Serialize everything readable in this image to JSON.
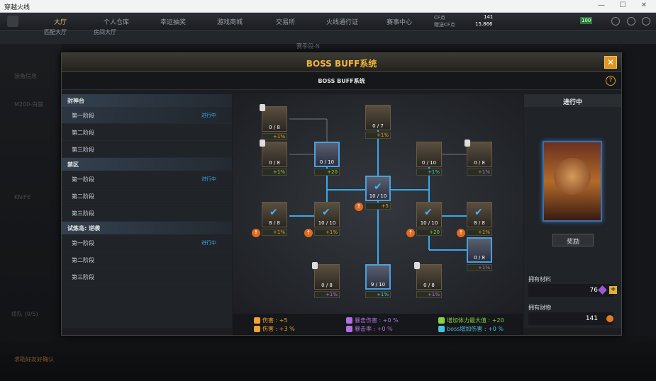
{
  "window": {
    "title": "穿越火线",
    "controls": [
      "—",
      "☐",
      "✕"
    ]
  },
  "topnav": {
    "tabs": [
      "大厅",
      "个人仓库",
      "幸运抽奖",
      "游戏商城",
      "交易所",
      "火线通行证",
      "赛事中心"
    ],
    "sub_tabs": [
      "匹配大厅",
      "房间大厅"
    ],
    "cf_label": "CF点",
    "cf_value": "141",
    "bonus_label": "赠送CF点",
    "bonus_value": "15,866",
    "rank": "100"
  },
  "background": {
    "left_labels": [
      "装备信息",
      "M200-白狼",
      "KNIFE",
      "组队 (0/5)",
      "求助好友好确认"
    ],
    "server": "赛季段-N"
  },
  "modal": {
    "title": "BOSS BUFF系统",
    "subtitle": "BOSS BUFF系统",
    "help": "?",
    "close": "✕",
    "sections": [
      {
        "name": "封神台",
        "items": [
          {
            "label": "第一阶段",
            "state": "进行中"
          },
          {
            "label": "第二阶段",
            "state": ""
          },
          {
            "label": "第三阶段",
            "state": ""
          }
        ]
      },
      {
        "name": "禁区",
        "items": [
          {
            "label": "第一阶段",
            "state": "进行中"
          },
          {
            "label": "第二阶段",
            "state": ""
          },
          {
            "label": "第三阶段",
            "state": ""
          }
        ]
      },
      {
        "name": "试炼岛: 逆袭",
        "items": [
          {
            "label": "第一阶段",
            "state": "进行中"
          },
          {
            "label": "第二阶段",
            "state": ""
          },
          {
            "label": "第三阶段",
            "state": ""
          }
        ]
      }
    ],
    "nodes": [
      {
        "progress": "0 / 8",
        "bonus": "+1%",
        "bonus_type": "o",
        "locked": true,
        "active": false,
        "done": false
      },
      {
        "progress": "0 / 8",
        "bonus": "+1%",
        "bonus_type": "g",
        "locked": true,
        "active": false,
        "done": false
      },
      {
        "progress": "0 / 7",
        "bonus": "+1%",
        "bonus_type": "o",
        "locked": false,
        "active": false,
        "done": false
      },
      {
        "progress": "0 / 10",
        "bonus": "+20",
        "bonus_type": "g",
        "locked": false,
        "active": true,
        "done": false
      },
      {
        "progress": "0 / 10",
        "bonus": "+1%",
        "bonus_type": "c",
        "locked": false,
        "active": false,
        "done": false
      },
      {
        "progress": "0 / 8",
        "bonus": "+1%",
        "bonus_type": "p",
        "locked": true,
        "active": false,
        "done": false
      },
      {
        "progress": "10 / 10",
        "bonus": "+5",
        "bonus_type": "o",
        "locked": false,
        "active": false,
        "done": true
      },
      {
        "progress": "8 / 8",
        "bonus": "+1%",
        "bonus_type": "o",
        "locked": false,
        "active": false,
        "done": true
      },
      {
        "progress": "10 / 10",
        "bonus": "+1%",
        "bonus_type": "o",
        "locked": false,
        "active": false,
        "done": true
      },
      {
        "progress": "10 / 10",
        "bonus": "+20",
        "bonus_type": "g",
        "locked": false,
        "active": false,
        "done": true
      },
      {
        "progress": "8 / 8",
        "bonus": "+1%",
        "bonus_type": "o",
        "locked": false,
        "active": false,
        "done": true
      },
      {
        "progress": "0 / 8",
        "bonus": "+1%",
        "bonus_type": "p",
        "locked": false,
        "active": true,
        "done": false
      },
      {
        "progress": "0 / 8",
        "bonus": "+1%",
        "bonus_type": "p",
        "locked": true,
        "active": false,
        "done": false
      },
      {
        "progress": "9 / 10",
        "bonus": "+1%",
        "bonus_type": "c",
        "locked": false,
        "active": true,
        "done": false
      },
      {
        "progress": "0 / 8",
        "bonus": "+1%",
        "bonus_type": "p",
        "locked": true,
        "active": false,
        "done": false
      }
    ],
    "stats": [
      {
        "label": "伤害 : +5",
        "color": "#f2a030"
      },
      {
        "label": "伤害 : +3 %",
        "color": "#f2a030"
      },
      {
        "label": "暴击伤害 : +0 %",
        "color": "#b070e0"
      },
      {
        "label": "暴击率 : +0 %",
        "color": "#b070e0"
      },
      {
        "label": "增加体力最大值 : +20",
        "color": "#8ad040"
      },
      {
        "label": "boss增加伤害 : +0 %",
        "color": "#4ac0e0"
      }
    ],
    "right": {
      "status": "进行中",
      "reward_button": "奖励",
      "materials_label": "拥有材料",
      "materials_value": "76",
      "wealth_label": "拥有财物",
      "wealth_value": "141"
    }
  }
}
